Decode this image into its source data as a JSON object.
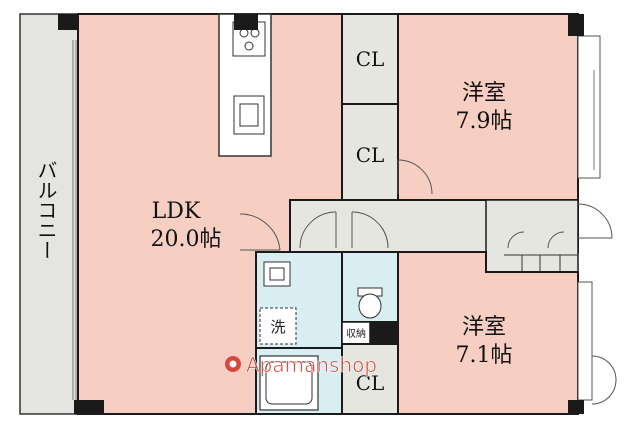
{
  "rooms": {
    "ldk": {
      "label": "LDK",
      "size": "20.0帖"
    },
    "western_room_1": {
      "label": "洋室",
      "size": "7.9帖"
    },
    "western_room_2": {
      "label": "洋室",
      "size": "7.1帖"
    },
    "balcony": {
      "label": "バルコニー"
    },
    "closets": [
      "CL",
      "CL",
      "CL"
    ],
    "washroom": {
      "label": "洗"
    },
    "storage": {
      "label": "収納"
    }
  },
  "watermark": {
    "brand": "Apamanshop"
  },
  "colors": {
    "room_fill": "#f6cfc2",
    "hall_fill": "#e6e6e1",
    "bath_fill": "#d8eef2",
    "wall": "#1a1a1a",
    "balcony_fill": "#e4e4e0",
    "watermark": "#d23b2e"
  }
}
